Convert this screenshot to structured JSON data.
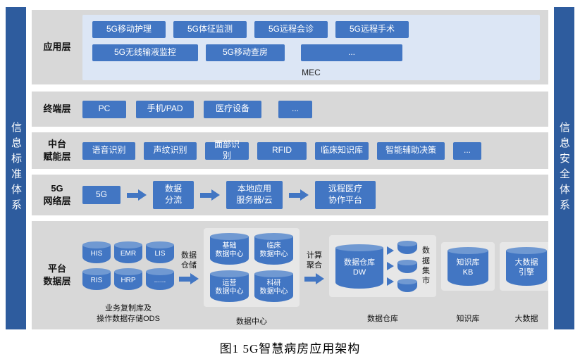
{
  "side_bars": {
    "left": "信息标准体系",
    "right": "信息安全体系"
  },
  "layers": {
    "application": {
      "label": "应用层",
      "row1": [
        "5G移动护理",
        "5G体征监测",
        "5G远程会诊",
        "5G远程手术"
      ],
      "row2": [
        "5G无线输液监控",
        "5G移动查房",
        "..."
      ],
      "container_label": "MEC"
    },
    "terminal": {
      "label": "终端层",
      "items": [
        "PC",
        "手机/PAD",
        "医疗设备",
        "..."
      ]
    },
    "middle_platform": {
      "label": "中台\n赋能层",
      "items": [
        "语音识别",
        "声纹识别",
        "面部识别",
        "RFID",
        "临床知识库",
        "智能辅助决策",
        "..."
      ]
    },
    "network": {
      "label": "5G\n网络层",
      "nodes": [
        "5G",
        "数据\n分流",
        "本地应用\n服务器/云",
        "远程医疗\n协作平台"
      ]
    },
    "platform_data": {
      "label": "平台\n数据层",
      "ods": {
        "row1": [
          "HIS",
          "EMR",
          "LIS"
        ],
        "row2": [
          "RIS",
          "HRP",
          "......"
        ],
        "caption": "业务复制库及\n操作数据存储ODS"
      },
      "flow1_label": "数据\n仓储",
      "data_center": {
        "cylinders": [
          "基础\n数据中心",
          "临床\n数据中心",
          "运营\n数据中心",
          "科研\n数据中心"
        ],
        "caption": "数据中心"
      },
      "flow2_label": "计算\n聚合",
      "warehouse": {
        "dw": "数据仓库\nDW",
        "mart": "数据\n集市",
        "caption": "数据仓库"
      },
      "knowledge": {
        "cylinder": "知识库\nKB",
        "caption": "知识库"
      },
      "bigdata": {
        "cylinder": "大数据\n引擎",
        "caption": "大数据"
      }
    }
  },
  "figure_caption": "图1  5G智慧病房应用架构",
  "colors": {
    "sidebar": "#2E5C9E",
    "layer_background": "#D8D8D8",
    "node_blue": "#4276C3",
    "mec_background": "#DCE6F5",
    "cylinder_top": "#7099D2"
  }
}
